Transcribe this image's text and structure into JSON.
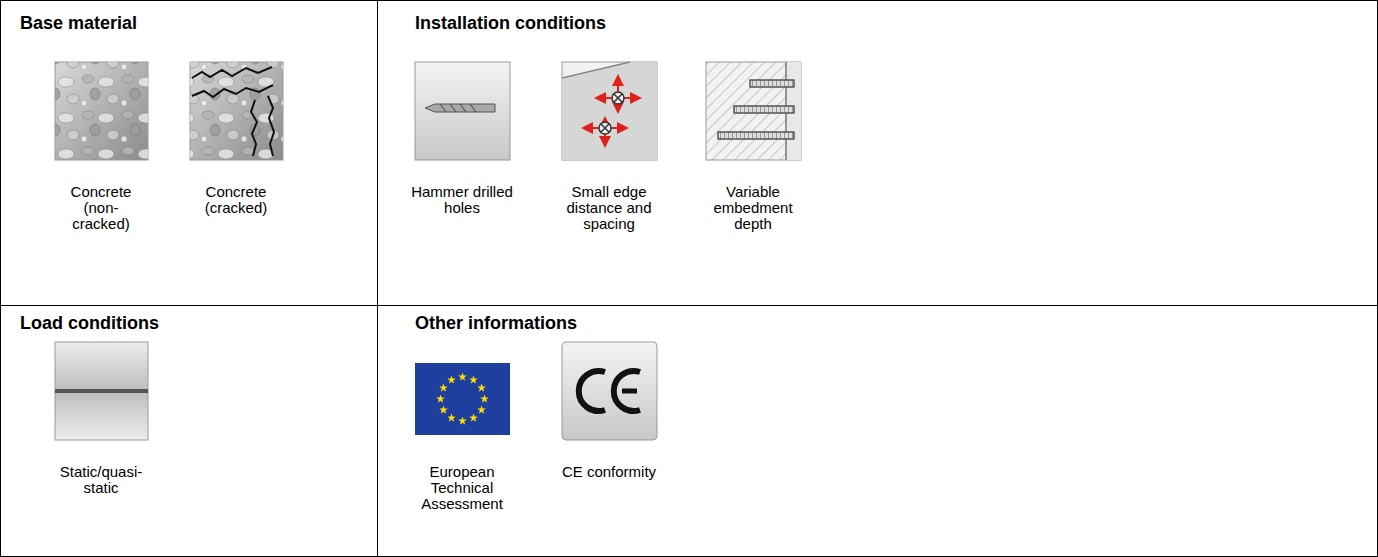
{
  "diagram": {
    "nodes": [
      {
        "text": [
          "Base material"
        ]
      },
      {
        "text": [
          "Installation conditions"
        ]
      },
      {
        "text": [
          "Load conditions"
        ]
      },
      {
        "text": [
          "Other informations"
        ]
      }
    ],
    "labels": [
      "Concrete (non-cracked)",
      "Concrete (cracked)",
      "Hammer drilled holes",
      "Small edge distance and spacing",
      "Variable embedment depth",
      "Static/quasi-static",
      "European Technical Assessment",
      "CE conformity"
    ]
  }
}
